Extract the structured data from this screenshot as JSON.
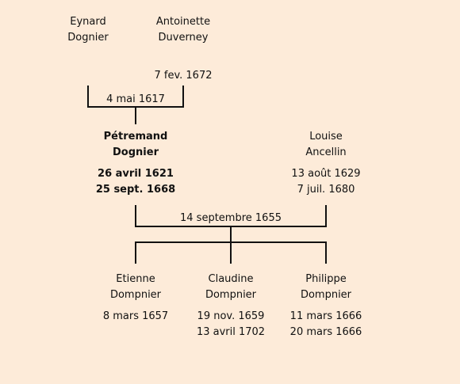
{
  "persons": {
    "eynard": {
      "first": "Eynard",
      "last": "Dognier"
    },
    "antoinette": {
      "first": "Antoinette",
      "last": "Duverney",
      "death": "7 fev. 1672"
    },
    "petremand": {
      "first": "Pétremand",
      "last": "Dognier",
      "birth": "26 avril 1621",
      "death": "25 sept. 1668"
    },
    "louise": {
      "first": "Louise",
      "last": "Ancellin",
      "birth": "13 août 1629",
      "death": "7 juil. 1680"
    },
    "etienne": {
      "first": "Etienne",
      "last": "Dompnier",
      "birth": "8 mars 1657"
    },
    "claudine": {
      "first": "Claudine",
      "last": "Dompnier",
      "birth": "19 nov. 1659",
      "death": "13 avril 1702"
    },
    "philippe": {
      "first": "Philippe",
      "last": "Dompnier",
      "birth": "11 mars 1666",
      "death": "20 mars 1666"
    }
  },
  "marriages": {
    "m1617": "4 mai 1617",
    "m1655": "14 septembre 1655"
  }
}
